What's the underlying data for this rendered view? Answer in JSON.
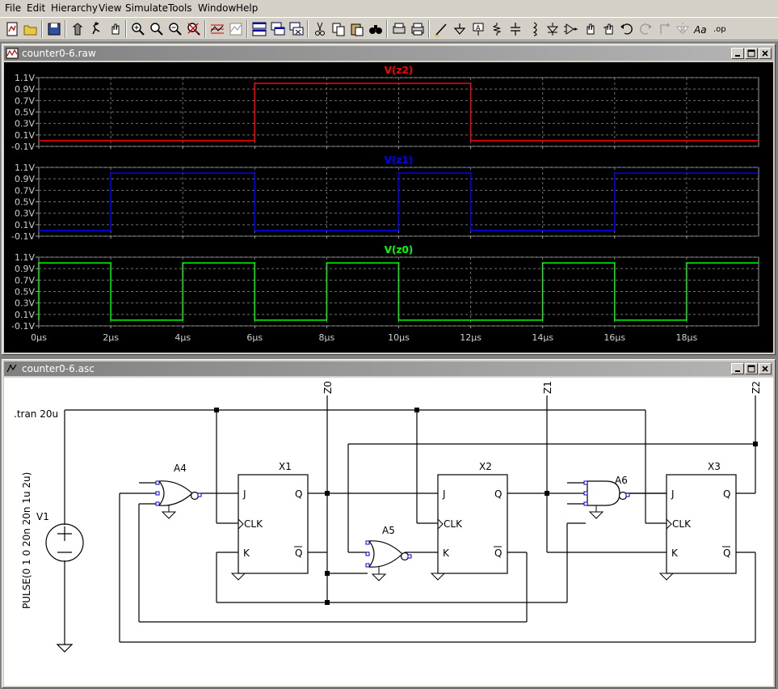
{
  "menu": [
    "File",
    "Edit",
    "Hierarchy",
    "View",
    "Simulate",
    "Tools",
    "Window",
    "Help"
  ],
  "toolbar": {
    "icons": [
      "new-schematic-icon",
      "open-icon",
      "save-icon",
      "control-panel-icon",
      "run-icon",
      "halt-icon",
      "zoom-in-icon",
      "zoom-pan-icon",
      "zoom-out-icon",
      "zoom-cancel-icon",
      "autorange-icon",
      "pick-visible-traces-icon",
      "tile-horizontal-icon",
      "cascade-icon",
      "close-all-icon",
      "cut-icon",
      "copy-icon",
      "paste-icon",
      "find-icon",
      "print-setup-icon",
      "print-icon",
      "draw-wire-icon",
      "ground-icon",
      "label-net-icon",
      "resistor-icon",
      "capacitor-icon",
      "inductor-icon",
      "diode-icon",
      "component-icon",
      "move-icon",
      "drag-icon",
      "undo-icon",
      "redo-icon",
      "rotate-icon",
      "mirror-icon",
      "text-icon",
      "spice-directive-icon"
    ]
  },
  "plot_window": {
    "title": "counter0-6.raw"
  },
  "schematic_window": {
    "title": "counter0-6.asc"
  },
  "chart_data": [
    {
      "type": "line",
      "title": "V(z2)",
      "color": "#ff0000",
      "yticks": [
        "1.1V",
        "0.9V",
        "0.7V",
        "0.5V",
        "0.3V",
        "0.1V",
        "-0.1V"
      ],
      "ylim": [
        -0.1,
        1.1
      ],
      "x_us": [
        0,
        6,
        6,
        12,
        12,
        20
      ],
      "y": [
        0.0,
        0.0,
        1.0,
        1.0,
        0.0,
        0.0
      ]
    },
    {
      "type": "line",
      "title": "V(z1)",
      "color": "#0000ff",
      "yticks": [
        "1.1V",
        "0.9V",
        "0.7V",
        "0.5V",
        "0.3V",
        "0.1V",
        "-0.1V"
      ],
      "ylim": [
        -0.1,
        1.1
      ],
      "x_us": [
        0,
        2,
        2,
        6,
        6,
        10,
        10,
        12,
        12,
        16,
        16,
        20
      ],
      "y": [
        0.0,
        0.0,
        1.0,
        1.0,
        0.0,
        0.0,
        1.0,
        1.0,
        0.0,
        0.0,
        1.0,
        1.0
      ]
    },
    {
      "type": "line",
      "title": "V(z0)",
      "color": "#00ff00",
      "yticks": [
        "1.1V",
        "0.9V",
        "0.7V",
        "0.5V",
        "0.3V",
        "0.1V",
        "-0.1V"
      ],
      "ylim": [
        -0.1,
        1.1
      ],
      "x_us": [
        0,
        0,
        2,
        2,
        4,
        4,
        6,
        6,
        8,
        8,
        10,
        10,
        14,
        14,
        16,
        16,
        18,
        18,
        20
      ],
      "y": [
        0.0,
        1.0,
        1.0,
        0.0,
        0.0,
        1.0,
        1.0,
        0.0,
        0.0,
        1.0,
        1.0,
        0.0,
        0.0,
        1.0,
        1.0,
        0.0,
        0.0,
        1.0,
        1.0
      ]
    }
  ],
  "x_axis": {
    "xlim": [
      0,
      20
    ],
    "ticks": [
      "0µs",
      "2µs",
      "4µs",
      "6µs",
      "8µs",
      "10µs",
      "12µs",
      "14µs",
      "16µs",
      "18µs"
    ]
  },
  "schematic": {
    "directive": ".tran 20u",
    "source_name": "V1",
    "source_value": "PULSE(0 1 0 20n 20n 1u 2u)",
    "net_labels": [
      "Z0",
      "Z1",
      "Z2"
    ],
    "flipflops": [
      {
        "name": "X1",
        "pins": [
          "J",
          "Q",
          "CLK",
          "K",
          "Q"
        ]
      },
      {
        "name": "X2",
        "pins": [
          "J",
          "Q",
          "CLK",
          "K",
          "Q"
        ]
      },
      {
        "name": "X3",
        "pins": [
          "J",
          "Q",
          "CLK",
          "K",
          "Q"
        ]
      }
    ],
    "gates": [
      "A4",
      "A5",
      "A6"
    ]
  }
}
